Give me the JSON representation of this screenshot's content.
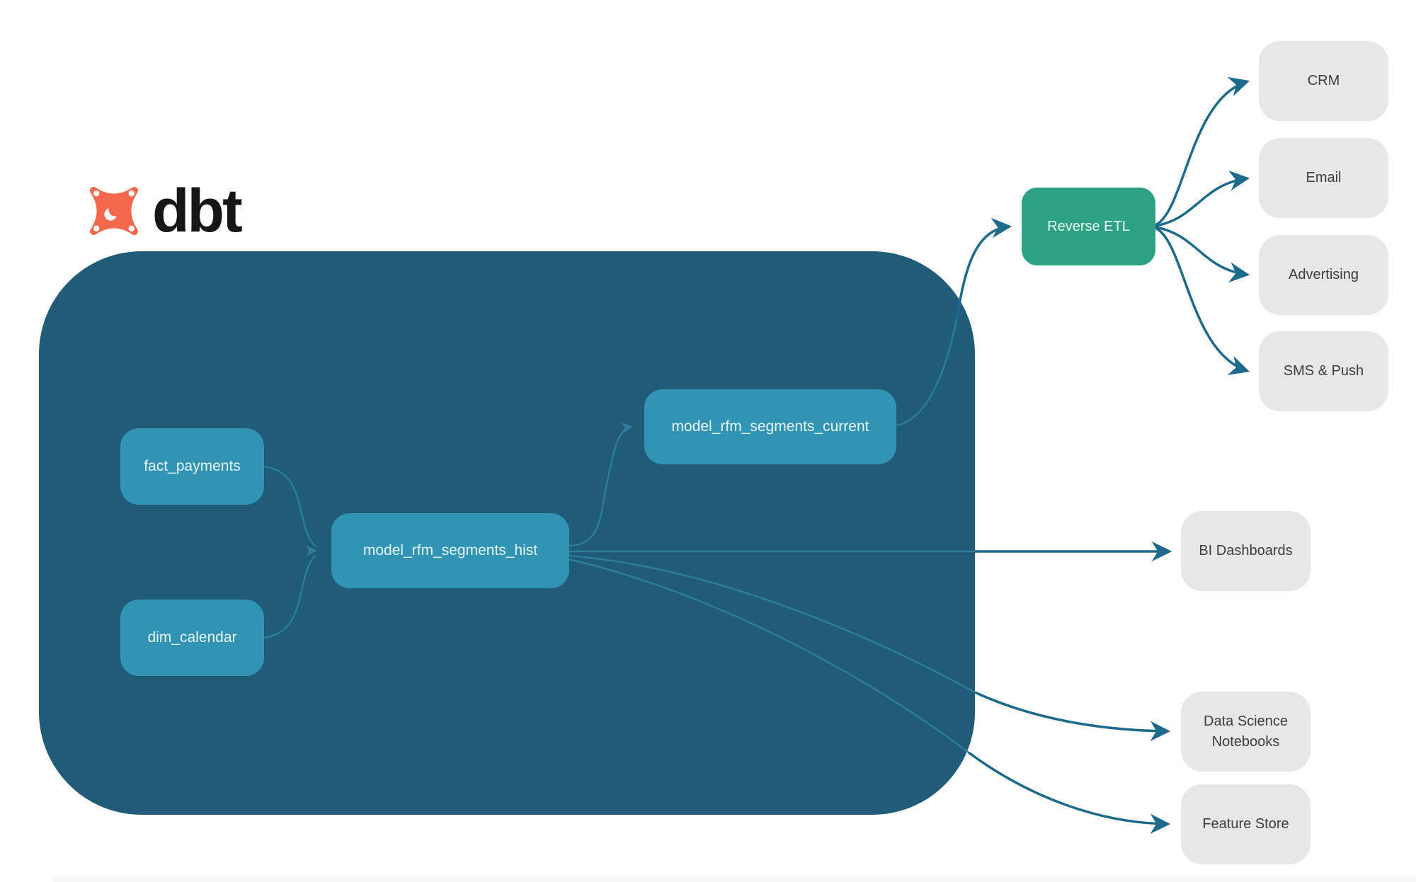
{
  "brand": {
    "name": "dbt"
  },
  "colors": {
    "container": "#205b7a",
    "node": "#3294b4",
    "node_text": "#e6f3f8",
    "reverse_etl_green": "#2da183",
    "destination_bg": "#e7e7e7",
    "destination_text": "#3d3d3d",
    "edge_dark": "#1d6a8d",
    "edge_light": "#2e7e9c",
    "dbt_orange": "#f4694b"
  },
  "warehouse": {
    "nodes": [
      {
        "label": "fact_payments"
      },
      {
        "label": "dim_calendar"
      },
      {
        "label": "model_rfm_segments_hist"
      },
      {
        "label": "model_rfm_segments_current"
      }
    ]
  },
  "reverse_etl": {
    "label": "Reverse ETL"
  },
  "activation_destinations": [
    {
      "label": "CRM"
    },
    {
      "label": "Email"
    },
    {
      "label": "Advertising"
    },
    {
      "label": "SMS & Push"
    }
  ],
  "analytics_outputs": [
    {
      "label": "BI Dashboards"
    },
    {
      "label": "Data Science Notebooks"
    },
    {
      "label": "Feature Store"
    }
  ]
}
